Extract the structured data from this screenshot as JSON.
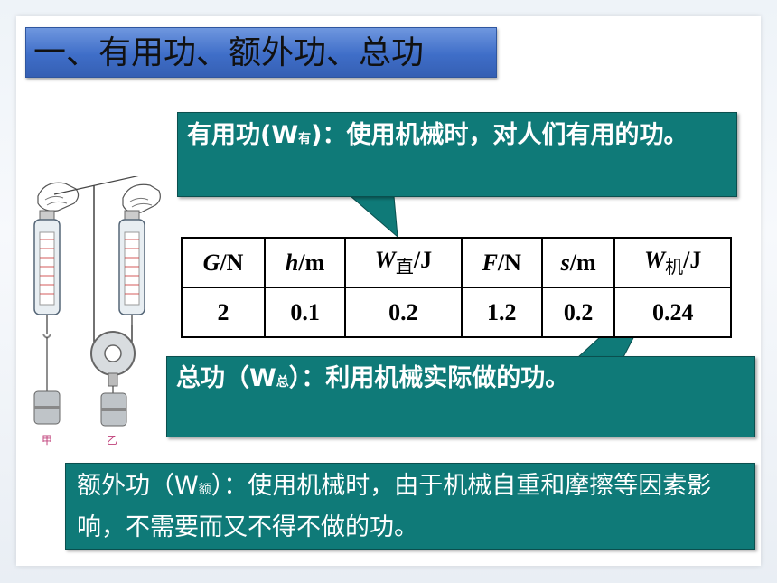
{
  "title": "一、有用功、额外功、总功",
  "useful_callout": {
    "prefix": "有用功(W",
    "sub": "有",
    "suffix": ")：使用机械时，对人们有用的功。"
  },
  "total_callout": {
    "prefix": "总功（W",
    "sub": "总",
    "suffix": "）：利用机械实际做的功。"
  },
  "extra_callout": {
    "prefix": "额外功（W",
    "sub": "额",
    "suffix": "）：使用机械时，由于机械自重和摩擦等因素影响，不需要而又不得不做的功。"
  },
  "table": {
    "headers": [
      {
        "var": "G",
        "sub": "",
        "unit": "/N"
      },
      {
        "var": "h",
        "sub": "",
        "unit": "/m"
      },
      {
        "var": "W",
        "sub": "直",
        "unit": "/J"
      },
      {
        "var": "F",
        "sub": "",
        "unit": "/N"
      },
      {
        "var": "s",
        "sub": "",
        "unit": "/m"
      },
      {
        "var": "W",
        "sub": "机",
        "unit": "/J"
      }
    ],
    "values": [
      "2",
      "0.1",
      "0.2",
      "1.2",
      "0.2",
      "0.24"
    ]
  },
  "illustration": {
    "label_left": "甲",
    "label_right": "乙"
  },
  "colors": {
    "title_blue": "#4a78cf",
    "callout_teal": "#0f7a78"
  }
}
